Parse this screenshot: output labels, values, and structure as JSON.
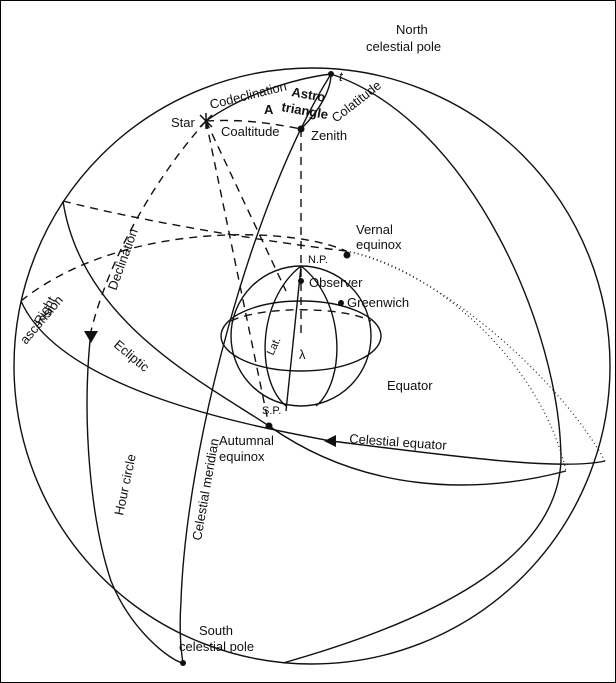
{
  "labels": {
    "north_pole": [
      "North",
      "celestial pole"
    ],
    "south_pole": [
      "South",
      "celestial pole"
    ],
    "star": "Star",
    "codeclination": "Codeclination",
    "astro": "Astro",
    "triangle": "triangle",
    "angle_a": "A",
    "angle_t": "t",
    "coaltitude": "Coaltitude",
    "colatitude": "Colatitude",
    "zenith": "Zenith",
    "declination": "Declination",
    "vernal": [
      "Vernal",
      "equinox"
    ],
    "np": "N.P.",
    "observer": "Observer",
    "greenwich": "Greenwich",
    "right_ascension": [
      "Right",
      "ascension"
    ],
    "ecliptic": "Ecliptic",
    "lat": "Lat.",
    "lambda": "λ",
    "equator": "Equator",
    "sp": "S.P.",
    "autumnal": [
      "Autumnal",
      "equinox"
    ],
    "celestial_equator": "Celestial  equator",
    "hour_circle": "Hour circle",
    "celestial_meridian": "Celestial   meridian"
  }
}
